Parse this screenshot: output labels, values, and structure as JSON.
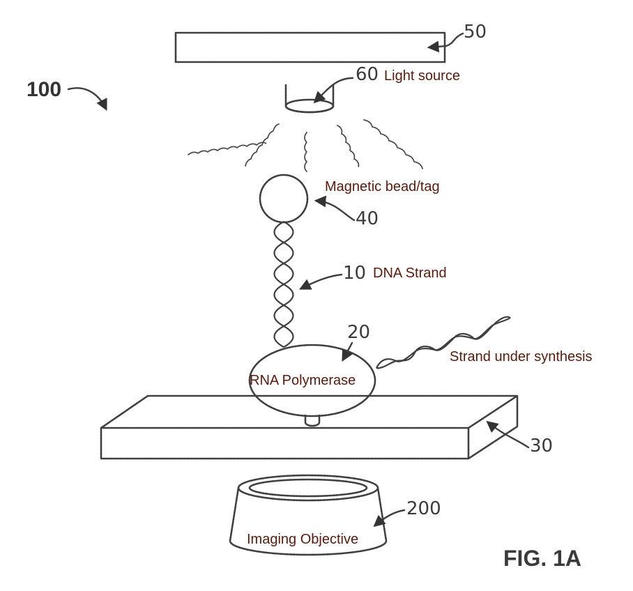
{
  "figure": {
    "fig_label": "FIG. 1A",
    "system_ref": "100",
    "components": [
      {
        "ref": "50",
        "label": ""
      },
      {
        "ref": "60",
        "label": "Light source"
      },
      {
        "ref": "40",
        "label": "Magnetic bead/tag"
      },
      {
        "ref": "10",
        "label": "DNA Strand"
      },
      {
        "ref": "20",
        "label": "RNA Polymerase"
      },
      {
        "ref": "",
        "label": "Strand under synthesis"
      },
      {
        "ref": "30",
        "label": ""
      },
      {
        "ref": "200",
        "label": "Imaging Objective"
      }
    ]
  }
}
